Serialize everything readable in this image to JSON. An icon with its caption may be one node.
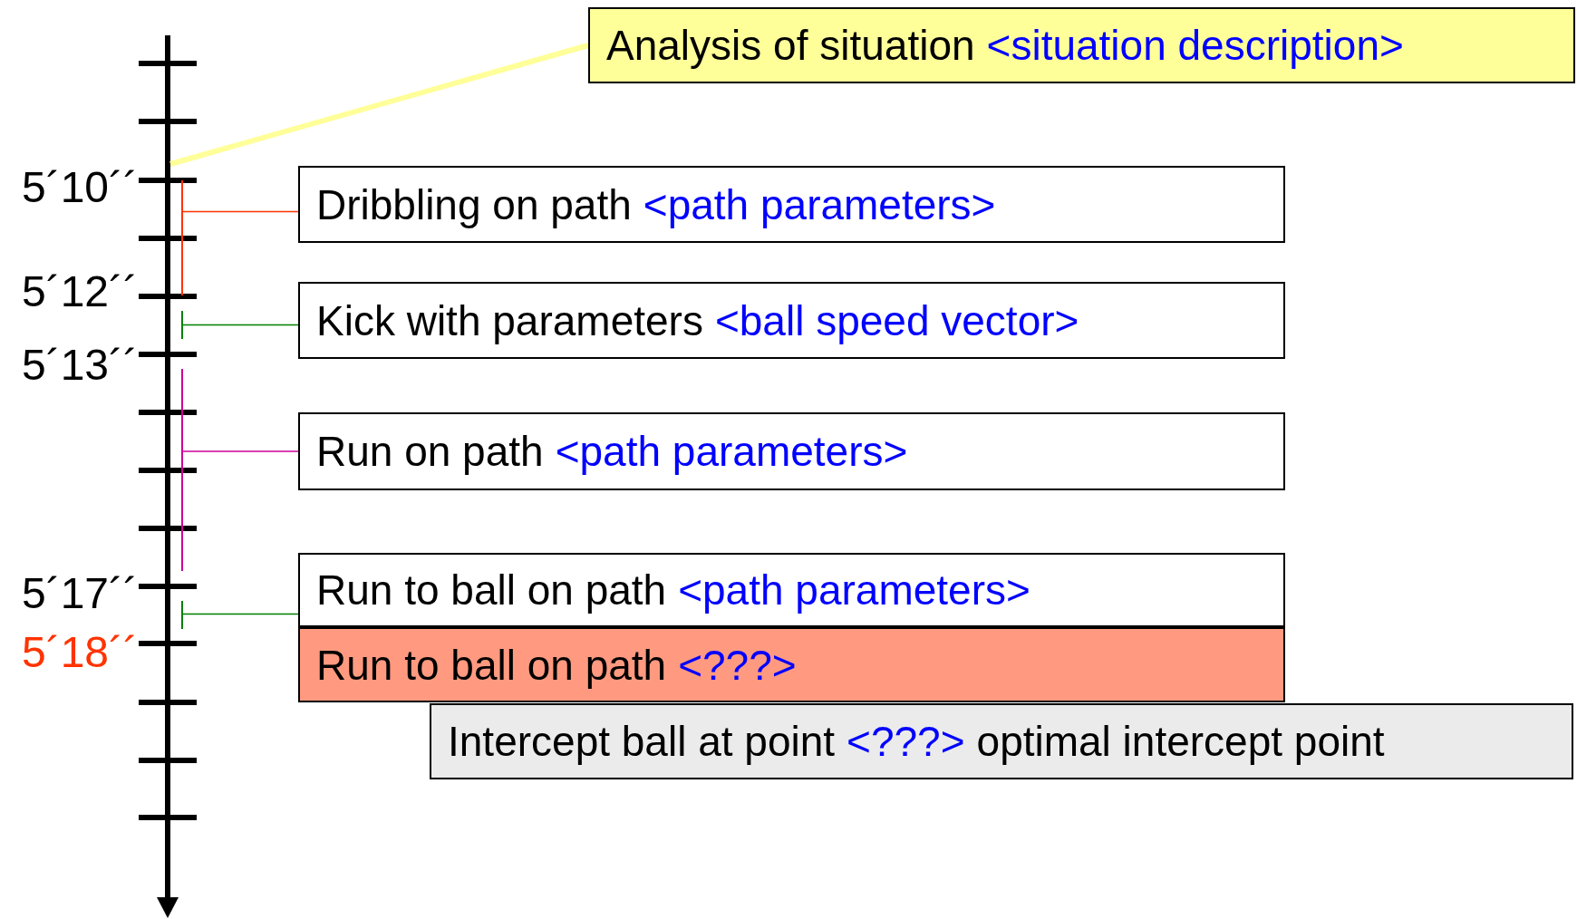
{
  "diagram": {
    "nodes": [
      {
        "text": [
          "Analysis of situation",
          "<situation description>"
        ]
      },
      {
        "text": [
          "Dribbling on path",
          "<path parameters>"
        ]
      },
      {
        "text": [
          "Kick with parameters",
          "<ball speed vector>"
        ]
      },
      {
        "text": [
          "Run on path",
          "<path parameters>"
        ]
      },
      {
        "text": [
          "Run to ball on path",
          "<path parameters>"
        ]
      },
      {
        "text": [
          "Run to ball on path",
          "<???>"
        ]
      },
      {
        "text": [
          "Intercept ball at point",
          "<???>",
          "optimal intercept point"
        ]
      },
      {
        "text": [],
        "shape": "bar"
      },
      {
        "text": [],
        "shape": "bar"
      },
      {
        "text": [],
        "shape": "bar"
      },
      {
        "text": [],
        "shape": "bar"
      }
    ],
    "edges": [
      {
        "from": 0,
        "to": null,
        "arrow": "none",
        "style": "thick",
        "color": "#ffff99"
      },
      {
        "from": 7,
        "to": 1,
        "arrow": "none",
        "color": "#ff3300"
      },
      {
        "from": 8,
        "to": 2,
        "arrow": "none",
        "color": "#008000"
      },
      {
        "from": 9,
        "to": 3,
        "arrow": "none",
        "color": "#cc0099"
      },
      {
        "from": 10,
        "to": 4,
        "arrow": "none",
        "color": "#008000"
      }
    ],
    "labels": [
      "5´10´´",
      "5´12´´",
      "5´13´´",
      "5´17´´",
      "5´18´´"
    ]
  }
}
